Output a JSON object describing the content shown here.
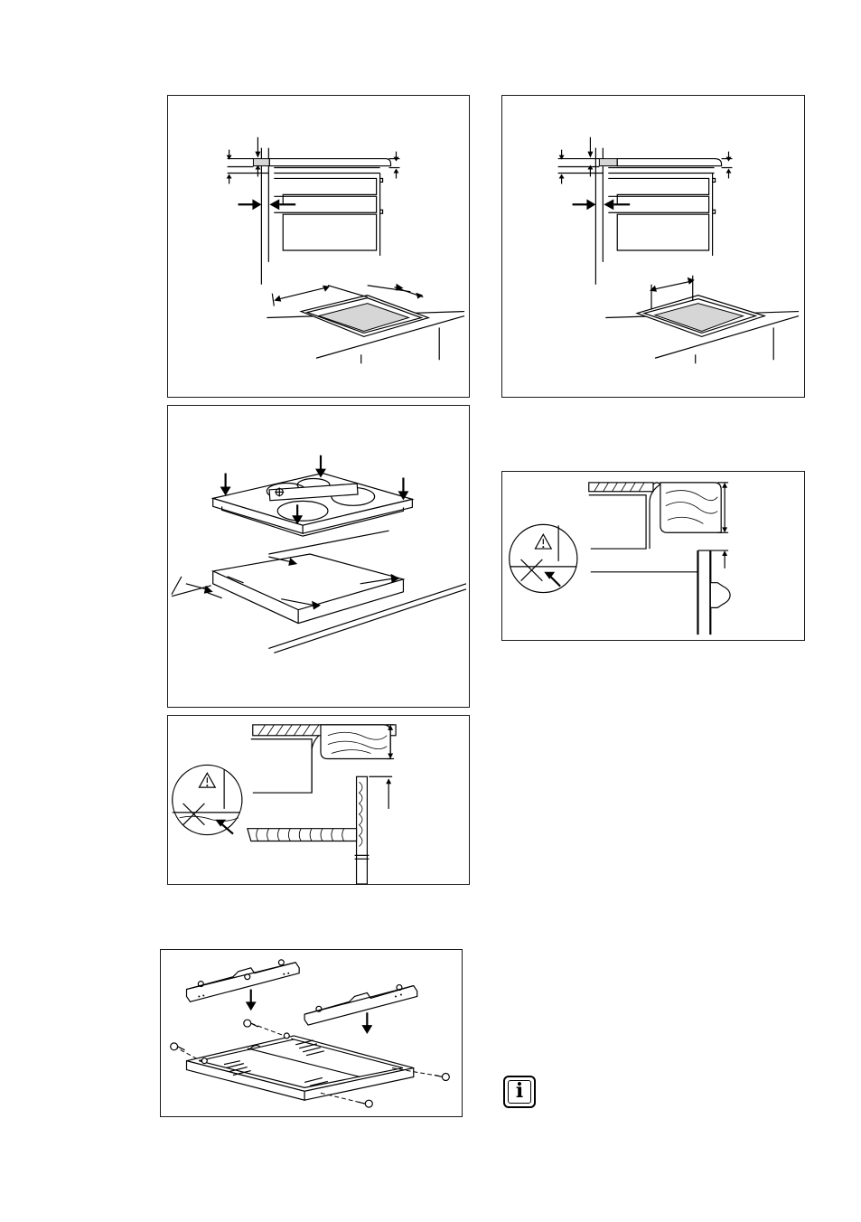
{
  "figures": [
    {
      "id": "cutout-dimensions-left"
    },
    {
      "id": "cutout-dimensions-right"
    },
    {
      "id": "hob-insertion"
    },
    {
      "id": "side-clearance-warning-left"
    },
    {
      "id": "side-clearance-warning-right"
    },
    {
      "id": "bracket-mounting"
    }
  ],
  "info_icon": {
    "glyph": "i",
    "icon": "information-icon"
  }
}
